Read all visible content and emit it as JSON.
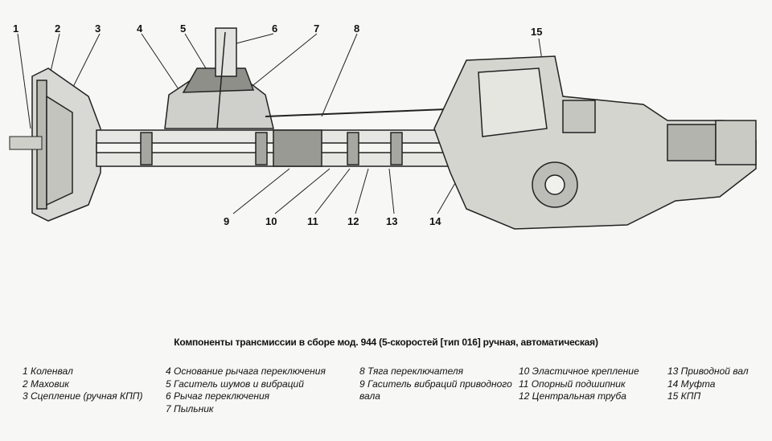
{
  "callouts": [
    "1",
    "2",
    "3",
    "4",
    "5",
    "6",
    "7",
    "8",
    "9",
    "10",
    "11",
    "12",
    "13",
    "14",
    "15"
  ],
  "title": "Компоненты трансмиссии в сборе мод. 944 (5-скоростей [тип 016] ручная, автоматическая)",
  "legend": {
    "col1": [
      "1 Коленвал",
      "2 Маховик",
      "3 Сцепление (ручная КПП)"
    ],
    "col2": [
      "4 Основание рычага переключения",
      "5 Гаситель шумов и вибраций",
      "6 Рычаг переключения",
      "7 Пыльник"
    ],
    "col3": [
      "8 Тяга переключателя",
      "9 Гаситель вибраций приводного",
      "вала"
    ],
    "col4": [
      "10 Эластичное крепление",
      "11 Опорный подшипник",
      "12 Центральная труба"
    ],
    "col5": [
      "13 Приводной вал",
      "14 Муфта",
      "15 КПП"
    ]
  }
}
